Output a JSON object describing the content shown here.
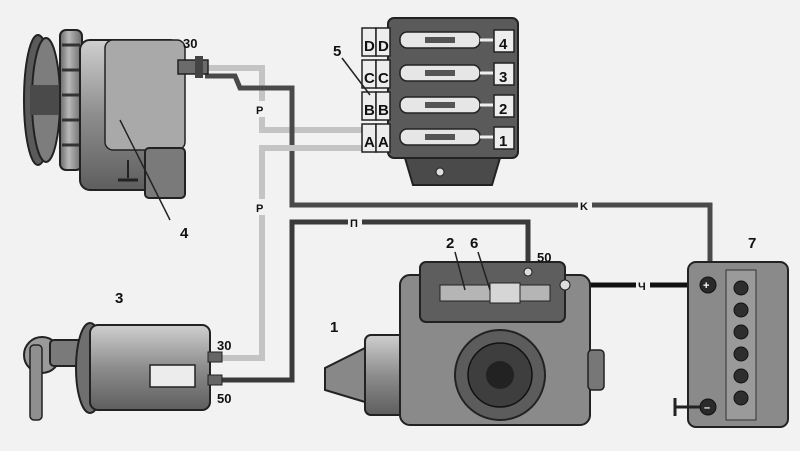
{
  "diagram": {
    "components": {
      "starter": "1",
      "relay_winding": "2",
      "ignition_switch": "3",
      "voltage_regulator": "4",
      "fuse_block": "5",
      "relay_contacts": "6",
      "battery": "7"
    },
    "terminals": {
      "generator_30": "30",
      "switch_30": "30",
      "switch_50": "50",
      "starter_50": "50",
      "battery_plus": "+",
      "battery_minus": "–"
    },
    "wire_colors": {
      "p_upper": "P",
      "p_lower": "P",
      "k": "K",
      "pi": "П",
      "ch": "Ч"
    },
    "fuse_block_labels": {
      "letters": [
        "A",
        "A",
        "B",
        "B",
        "C",
        "C",
        "D",
        "D"
      ],
      "fuse_numbers": [
        "1",
        "2",
        "3",
        "4"
      ]
    },
    "colors": {
      "background": "#f2f2f2",
      "wire_dark": "#4a4a4a",
      "wire_light": "#c4c4c4",
      "component_fill": "#8a8a8a",
      "component_dark": "#3a3a3a"
    }
  }
}
